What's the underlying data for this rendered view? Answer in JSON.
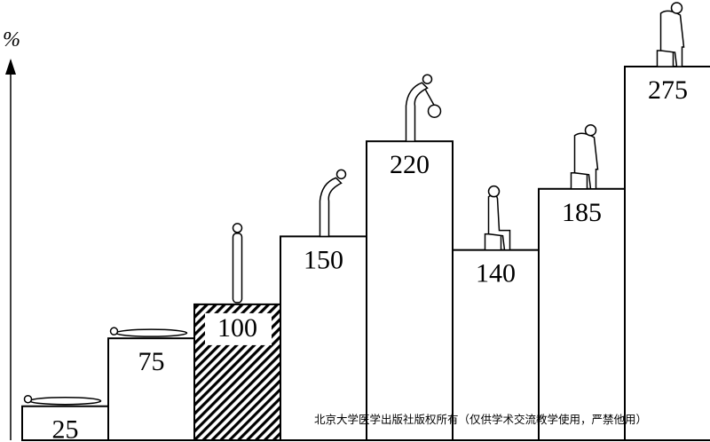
{
  "chart_data": {
    "type": "bar",
    "title": "",
    "xlabel": "",
    "ylabel": "%",
    "categories": [
      "lying supine",
      "lying on side",
      "standing",
      "standing bent forward",
      "bent forward lifting weight",
      "sitting upright",
      "sitting bent forward",
      "sitting bent forward lifting weight"
    ],
    "values": [
      25,
      75,
      100,
      150,
      220,
      140,
      185,
      275
    ],
    "highlighted_index": 2,
    "ylim": [
      0,
      290
    ],
    "grid": false,
    "colors": {
      "bar_fill": "#ffffff",
      "bar_stroke": "#000000",
      "highlight_hatch": "#000000"
    }
  },
  "watermark": "北京大学医学出版社版权所有（仅供学术交流教学使用，严禁他用）"
}
